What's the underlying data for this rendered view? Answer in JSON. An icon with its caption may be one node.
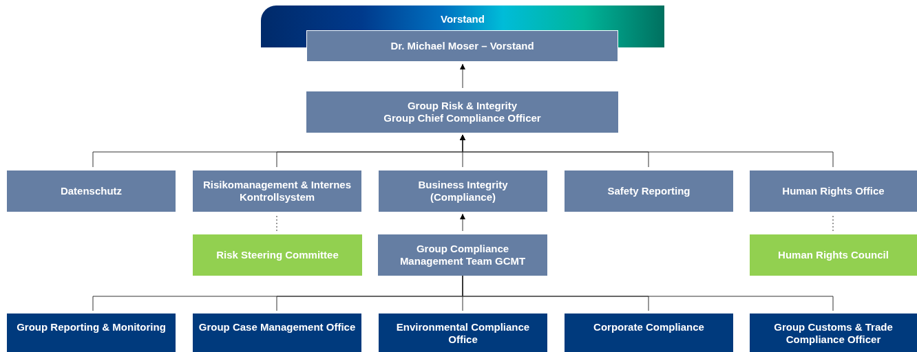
{
  "diagram": {
    "nodes": [
      {
        "text": [
          "Vorstand"
        ]
      },
      {
        "text": [
          "Dr. Michael Moser – Vorstand"
        ]
      },
      {
        "text": [
          "Group Risk & Integrity",
          "Group Chief Compliance Officer"
        ]
      },
      {
        "text": [
          "Datenschutz"
        ]
      },
      {
        "text": [
          "Risikomanagement & Internes Kontrollsystem"
        ]
      },
      {
        "text": [
          "Business Integrity (Compliance)"
        ]
      },
      {
        "text": [
          "Safety Reporting"
        ]
      },
      {
        "text": [
          "Human Rights Office"
        ]
      },
      {
        "text": [
          "Risk Steering Committee"
        ]
      },
      {
        "text": [
          "Group Compliance Management Team GCMT"
        ]
      },
      {
        "text": [
          "Human Rights Council"
        ]
      },
      {
        "text": [
          "Group Reporting & Monitoring"
        ]
      },
      {
        "text": [
          "Group Case Management Office"
        ]
      },
      {
        "text": [
          "Environmental Compliance Office"
        ]
      },
      {
        "text": [
          "Corporate Compliance"
        ]
      },
      {
        "text": [
          "Group Customs & Trade Compliance Officer"
        ]
      }
    ],
    "edges": [
      {
        "from": 2,
        "to": 1,
        "arrow": "to"
      },
      {
        "from": 3,
        "to": 2,
        "arrow": "to"
      },
      {
        "from": 4,
        "to": 2,
        "arrow": "to"
      },
      {
        "from": 5,
        "to": 2,
        "arrow": "to"
      },
      {
        "from": 6,
        "to": 2,
        "arrow": "to"
      },
      {
        "from": 7,
        "to": 2,
        "arrow": "to"
      },
      {
        "from": 8,
        "to": 4,
        "arrow": "none",
        "style": "dashed"
      },
      {
        "from": 9,
        "to": 5,
        "arrow": "to"
      },
      {
        "from": 10,
        "to": 7,
        "arrow": "none",
        "style": "dashed"
      },
      {
        "from": 9,
        "to": 11,
        "arrow": "none"
      },
      {
        "from": 9,
        "to": 12,
        "arrow": "none"
      },
      {
        "from": 9,
        "to": 13,
        "arrow": "none"
      },
      {
        "from": 9,
        "to": 14,
        "arrow": "none"
      },
      {
        "from": 9,
        "to": 15,
        "arrow": "none"
      }
    ]
  }
}
